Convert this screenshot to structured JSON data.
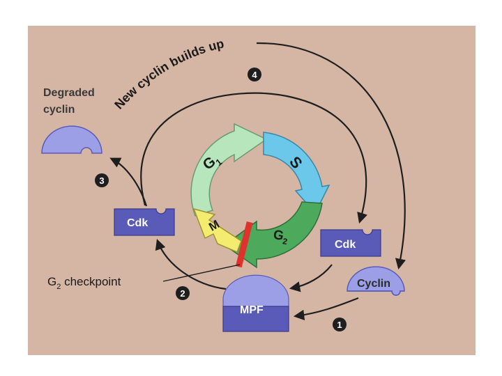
{
  "diagram": {
    "title_arc_text": "New cyclin builds up",
    "degraded_cyclin_label_line1": "Degraded",
    "degraded_cyclin_label_line2": "cyclin",
    "checkpoint_label_main": "G",
    "checkpoint_label_sub": "2",
    "checkpoint_label_rest": " checkpoint",
    "phases": {
      "g1_main": "G",
      "g1_sub": "1",
      "s": "S",
      "g2_main": "G",
      "g2_sub": "2",
      "m": "M"
    },
    "molecules": {
      "cdk_left": "Cdk",
      "cdk_right": "Cdk",
      "cyclin": "Cyclin",
      "mpf": "MPF"
    },
    "steps": [
      "1",
      "2",
      "3",
      "4"
    ],
    "colors": {
      "background": "#d5b5a3",
      "protein": "#5a5ab8",
      "protein_light": "#9c9ee6",
      "g1": "#b7e6bd",
      "s": "#6cc8ea",
      "g2": "#4daa5c",
      "m": "#f3ec70",
      "checkpoint": "#e0322d",
      "arrow": "#1e1e1e"
    }
  }
}
